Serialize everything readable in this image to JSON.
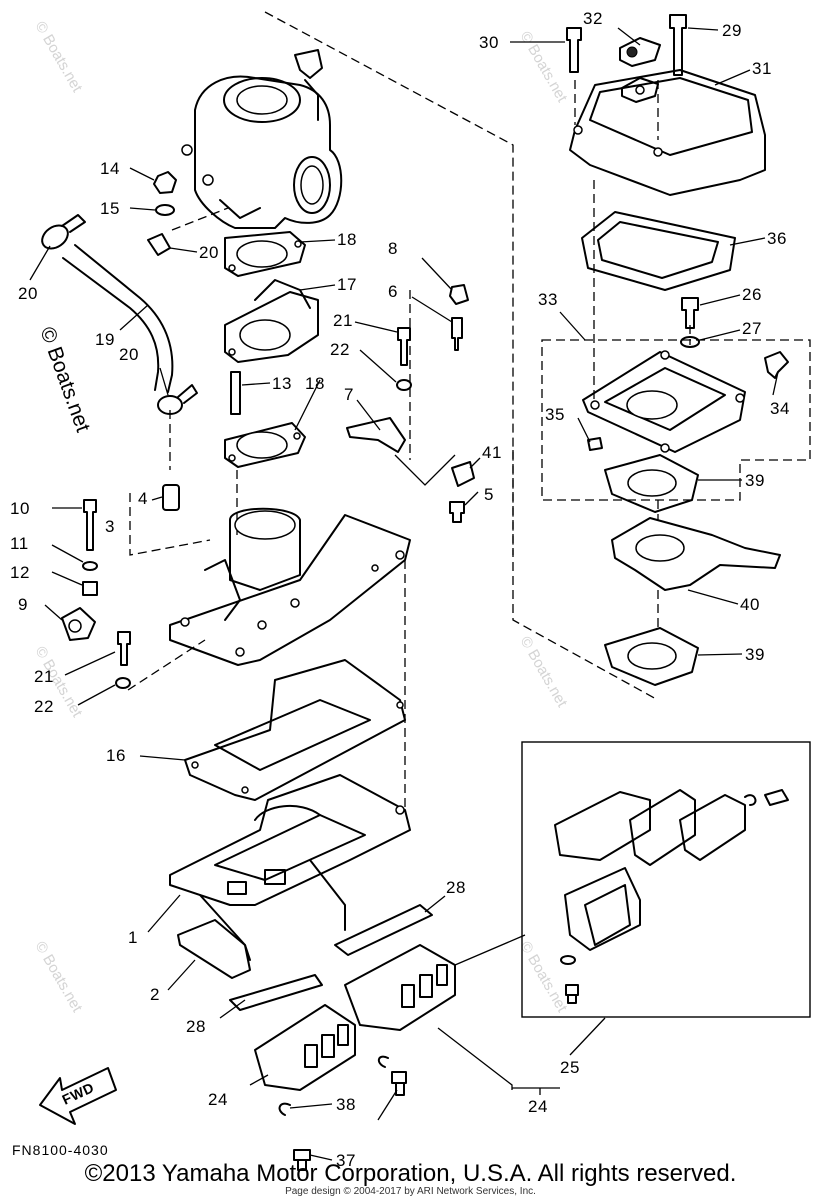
{
  "figure_code": "FN8100-4030",
  "copyright": "©2013 Yamaha Motor Corporation, U.S.A. All rights reserved.",
  "credit": "Page design © 2004-2017 by ARI Network Services, Inc.",
  "watermark": "© Boats.net",
  "fwd_label": "FWD",
  "labels": {
    "p1": "1",
    "p2": "2",
    "p3": "3",
    "p4": "4",
    "p5": "5",
    "p6": "6",
    "p7": "7",
    "p8": "8",
    "p9": "9",
    "p10": "10",
    "p11": "11",
    "p12": "12",
    "p13": "13",
    "p14": "14",
    "p15": "15",
    "p16": "16",
    "p17": "17",
    "p18": "18",
    "p18b": "18",
    "p19": "19",
    "p20a": "20",
    "p20b": "20",
    "p20c": "20",
    "p21a": "21",
    "p21b": "21",
    "p22a": "22",
    "p22b": "22",
    "p24a": "24",
    "p24b": "24",
    "p25": "25",
    "p26": "26",
    "p27": "27",
    "p28a": "28",
    "p28b": "28",
    "p29": "29",
    "p30": "30",
    "p31": "31",
    "p32": "32",
    "p33": "33",
    "p34": "34",
    "p35": "35",
    "p36": "36",
    "p37": "37",
    "p38": "38",
    "p39a": "39",
    "p39b": "39",
    "p40": "40",
    "p41": "41"
  }
}
